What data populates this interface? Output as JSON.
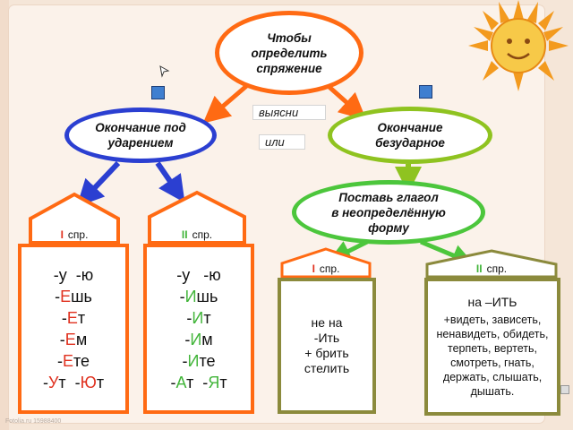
{
  "top": {
    "lines": [
      "Чтобы",
      "определить",
      "спряжение"
    ]
  },
  "find_label": "выясни",
  "or_label": "или",
  "stressed": {
    "lines": [
      "Окончание под",
      "ударением"
    ]
  },
  "unstressed": {
    "lines": [
      "Окончание",
      "безударное"
    ]
  },
  "infinitive": {
    "lines": [
      "Поставь глагол",
      "в неопределённую",
      "форму"
    ]
  },
  "conj1": {
    "num": "I",
    "text": "спр."
  },
  "conj2": {
    "num": "II",
    "text": "спр."
  },
  "conj1_small": {
    "num": "I",
    "text": "спр."
  },
  "conj2_small": {
    "num": "II",
    "text": "спр."
  },
  "box1": [
    {
      "pre": "-у  -ю",
      "hl": "",
      "post": ""
    },
    {
      "pre": "-",
      "hl": "Е",
      "post": "шь"
    },
    {
      "pre": "-",
      "hl": "Е",
      "post": "т"
    },
    {
      "pre": "-",
      "hl": "Е",
      "post": "м"
    },
    {
      "pre": "-",
      "hl": "Е",
      "post": "те"
    },
    {
      "pre": "-",
      "hl": "У",
      "post": "т  -",
      "hl2": "Ю",
      "post2": "т"
    }
  ],
  "box2": [
    {
      "pre": "-у   -ю",
      "hl": "",
      "post": ""
    },
    {
      "pre": "-",
      "hl": "И",
      "post": "шь"
    },
    {
      "pre": "-",
      "hl": "И",
      "post": "т"
    },
    {
      "pre": "-",
      "hl": "И",
      "post": "м"
    },
    {
      "pre": "-",
      "hl": "И",
      "post": "те"
    },
    {
      "pre": "-",
      "hl": "А",
      "post": "т  -",
      "hl2": "Я",
      "post2": "т"
    }
  ],
  "box3": [
    "не на",
    "-Ить",
    "",
    "+ брить",
    "стелить"
  ],
  "box4": {
    "title": "на –ИТЬ",
    "body": "+видеть, зависеть, ненавидеть, обидеть, терпеть, вертеть, смотреть, гнать, держать, слышать, дышать."
  },
  "credit": "Fotolia.ru 15988400",
  "colors": {
    "orange": "#ff6a13",
    "blue": "#2b3fd1",
    "green": "#4cc63c",
    "lime": "#8fc320",
    "red": "#e0301e",
    "olive": "#8b8a3c"
  }
}
